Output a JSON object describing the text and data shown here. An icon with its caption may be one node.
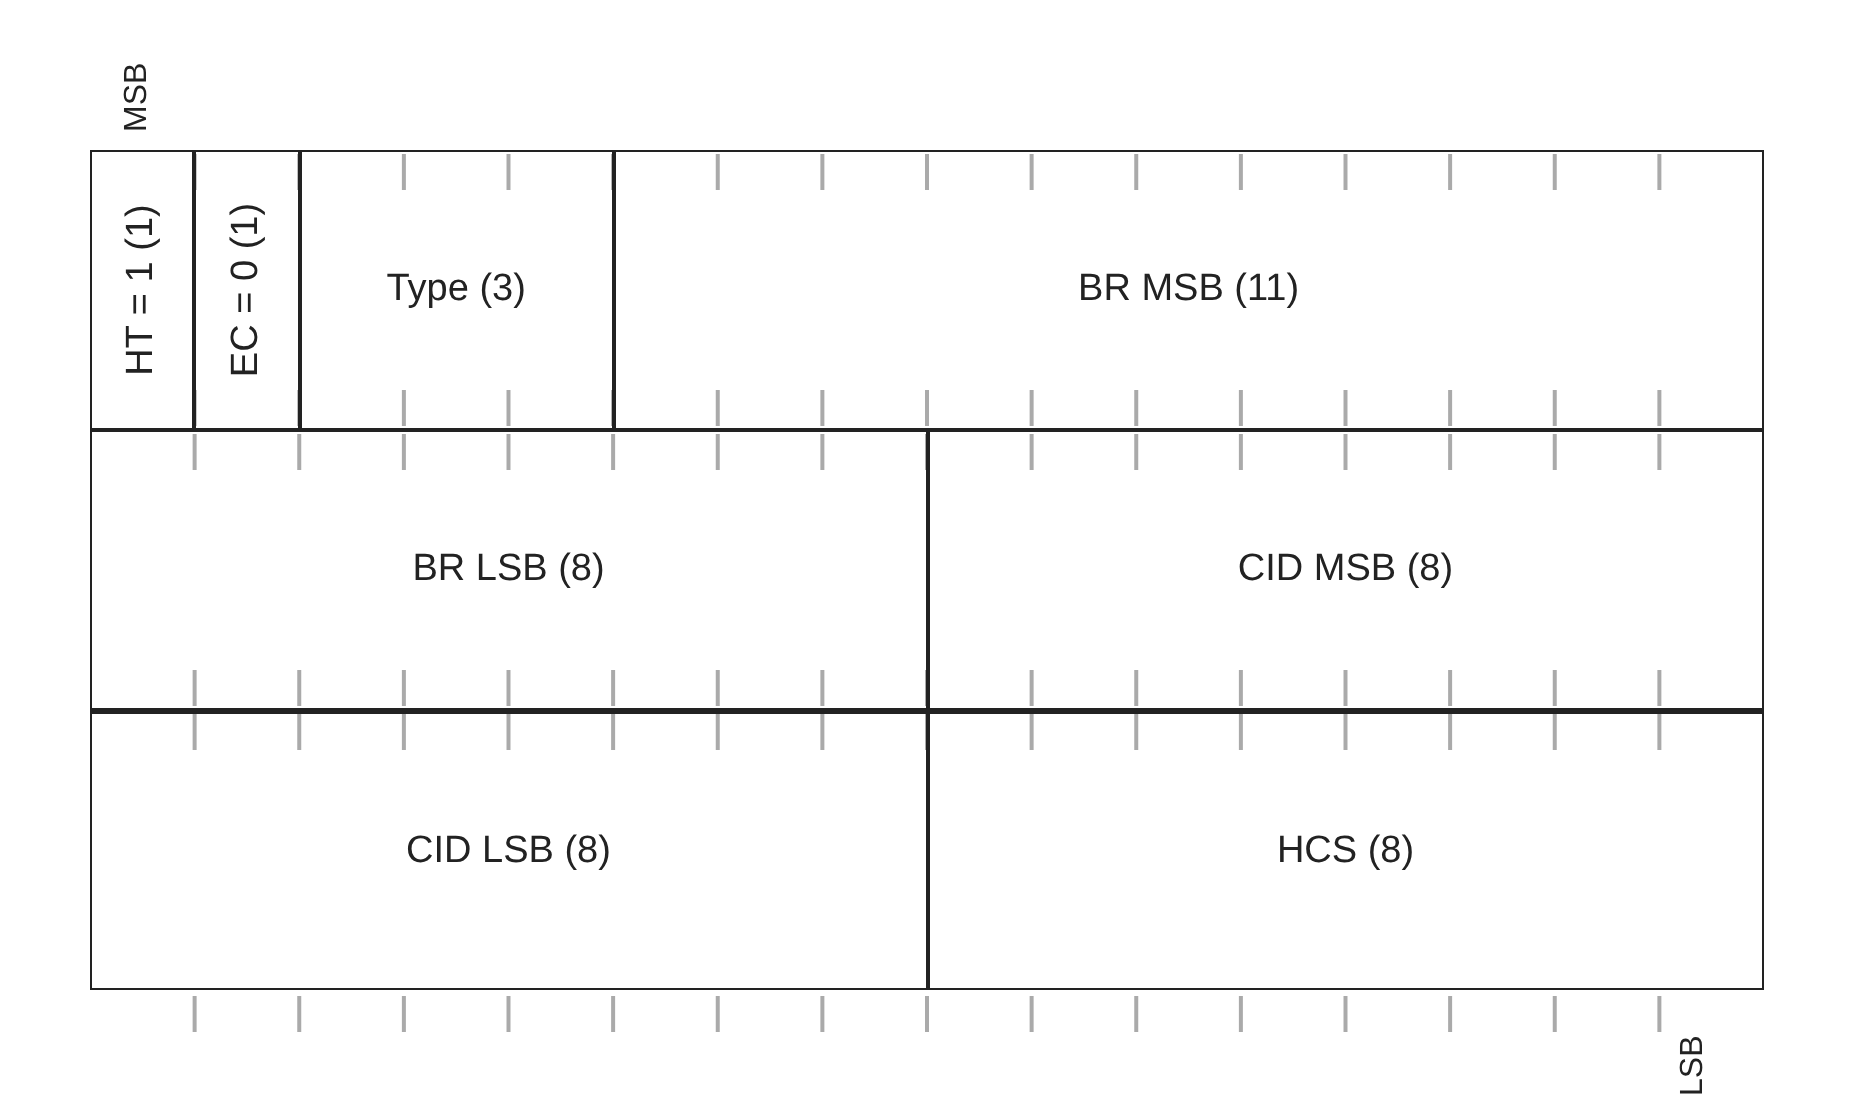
{
  "diagram": {
    "nodes": [
      {
        "text": [
          "HT = 1 (1)"
        ]
      },
      {
        "text": [
          "EC = 0 (1)"
        ]
      },
      {
        "text": [
          "Type (3)"
        ]
      },
      {
        "text": [
          "BR MSB (11)"
        ]
      },
      {
        "text": [
          "BR LSB (8)"
        ]
      },
      {
        "text": [
          "CID MSB (8)"
        ]
      },
      {
        "text": [
          "CID LSB (8)"
        ]
      },
      {
        "text": [
          "HCS (8)"
        ]
      }
    ],
    "labels": [
      "MSB",
      "LSB"
    ]
  }
}
